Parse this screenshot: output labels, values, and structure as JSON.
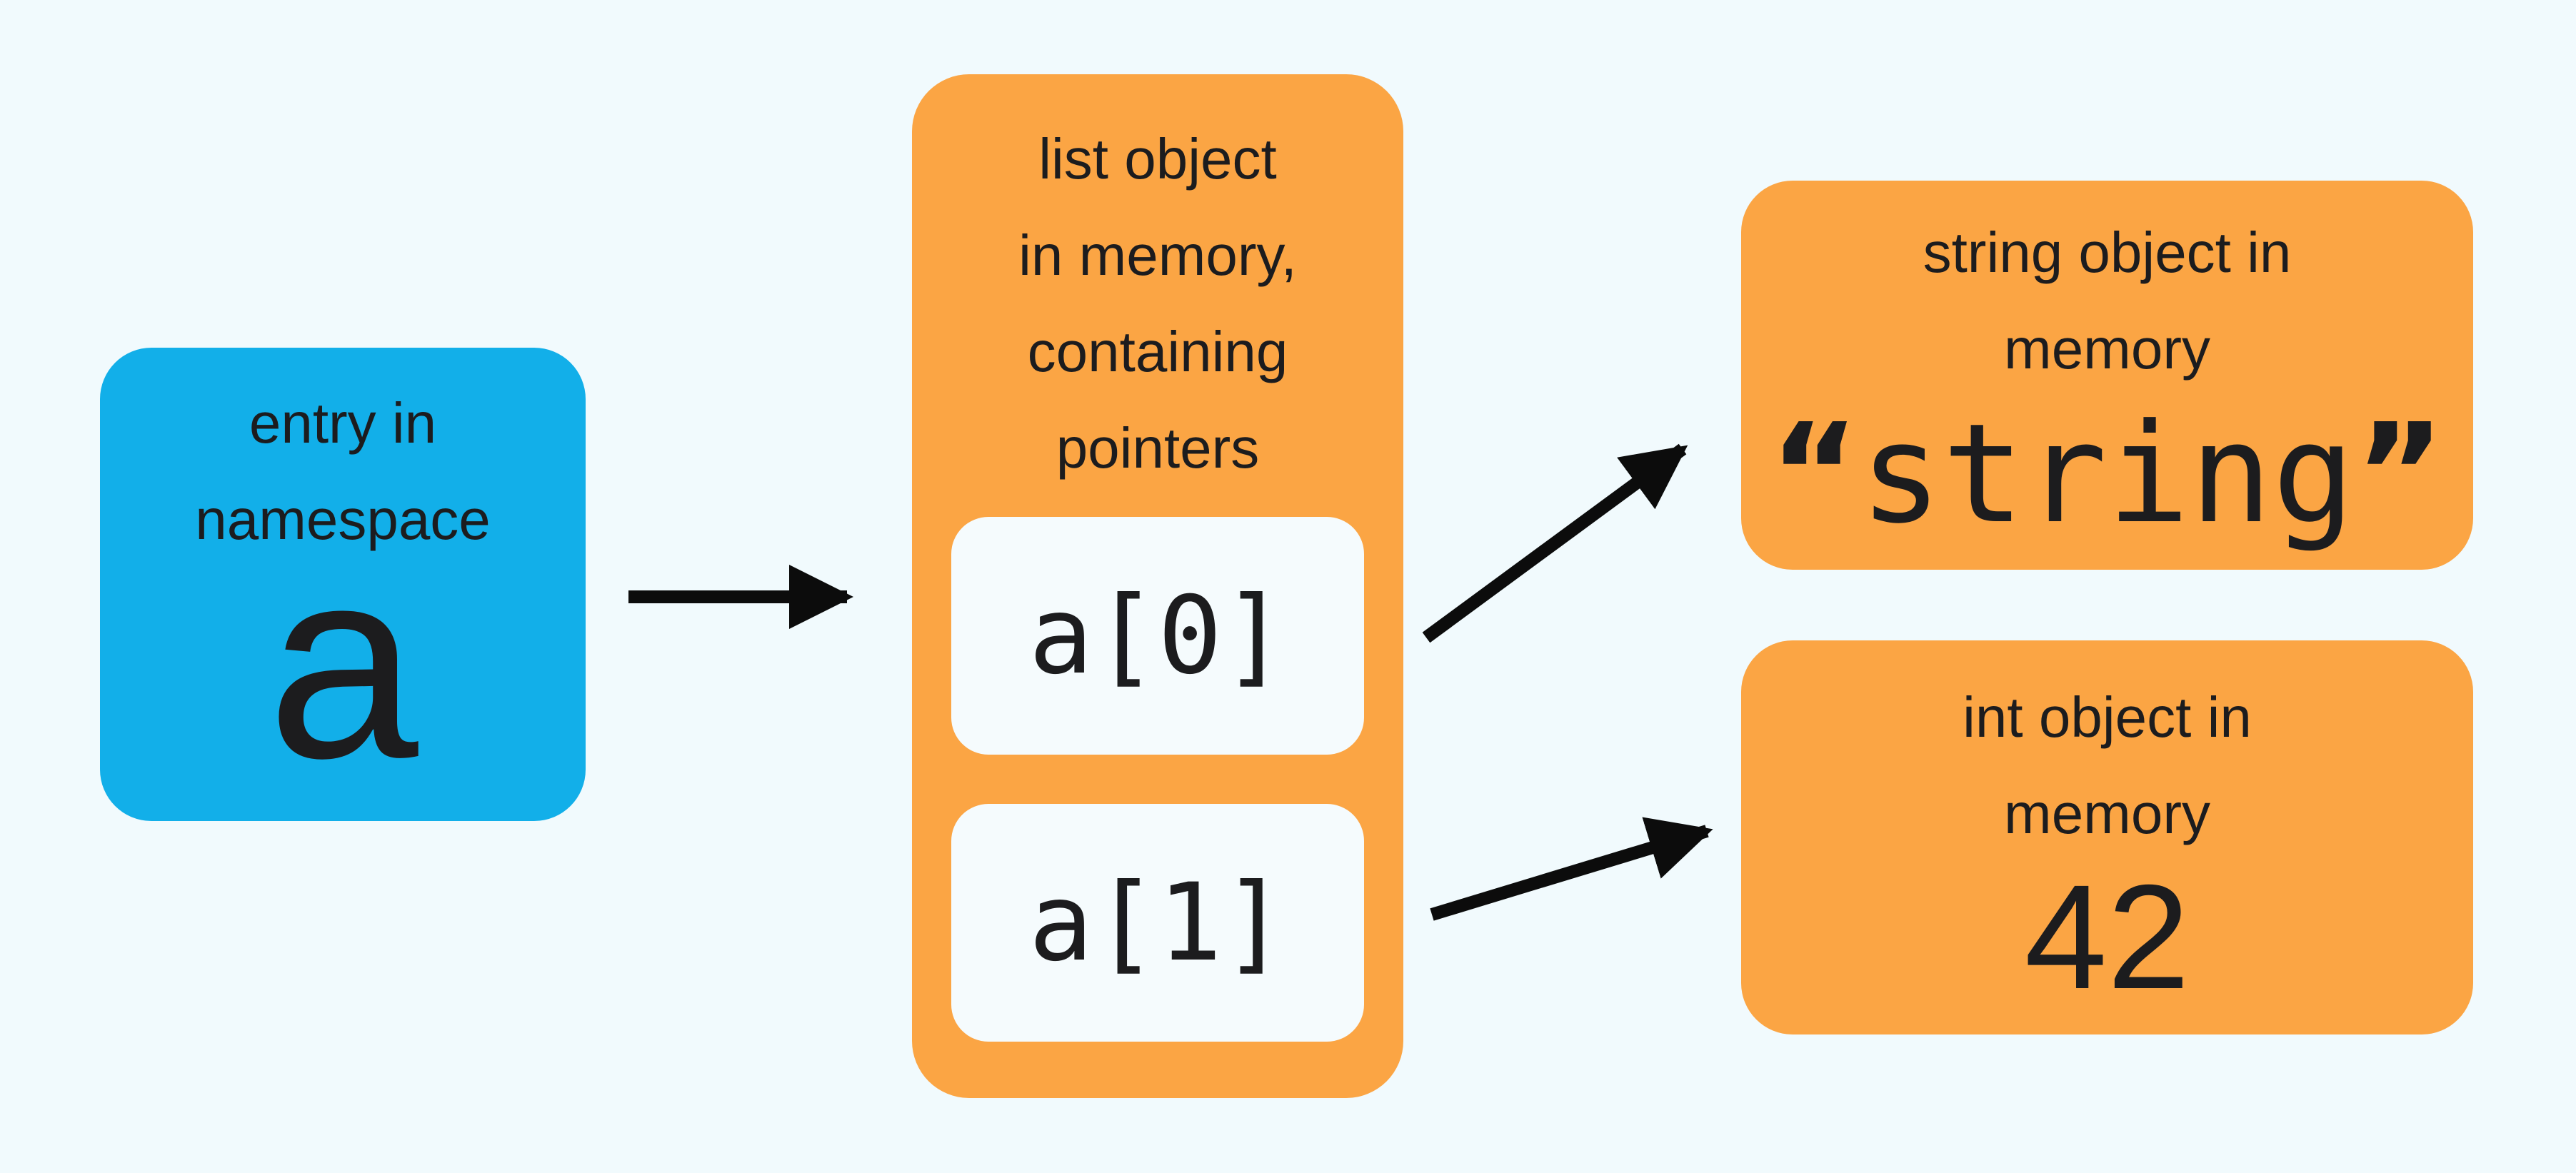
{
  "colors": {
    "bg": "#F1FAFD",
    "blue": "#12AFE9",
    "orange": "#FBA544",
    "slot": "#F5FBFD",
    "text": "#1C1C1E",
    "arrow": "#0C0C0C"
  },
  "namespace_box": {
    "label_lines": [
      "entry in",
      "namespace"
    ],
    "variable": "a"
  },
  "list_box": {
    "label_lines": [
      "list object",
      "in memory,",
      "containing",
      "pointers"
    ],
    "slots": [
      {
        "label": "a[0]"
      },
      {
        "label": "a[1]"
      }
    ]
  },
  "string_box": {
    "label_lines": [
      "string object in",
      "memory"
    ],
    "quote_open": "“",
    "value": "string",
    "quote_close": "”"
  },
  "int_box": {
    "label_lines": [
      "int object in",
      "memory"
    ],
    "value": "42"
  }
}
